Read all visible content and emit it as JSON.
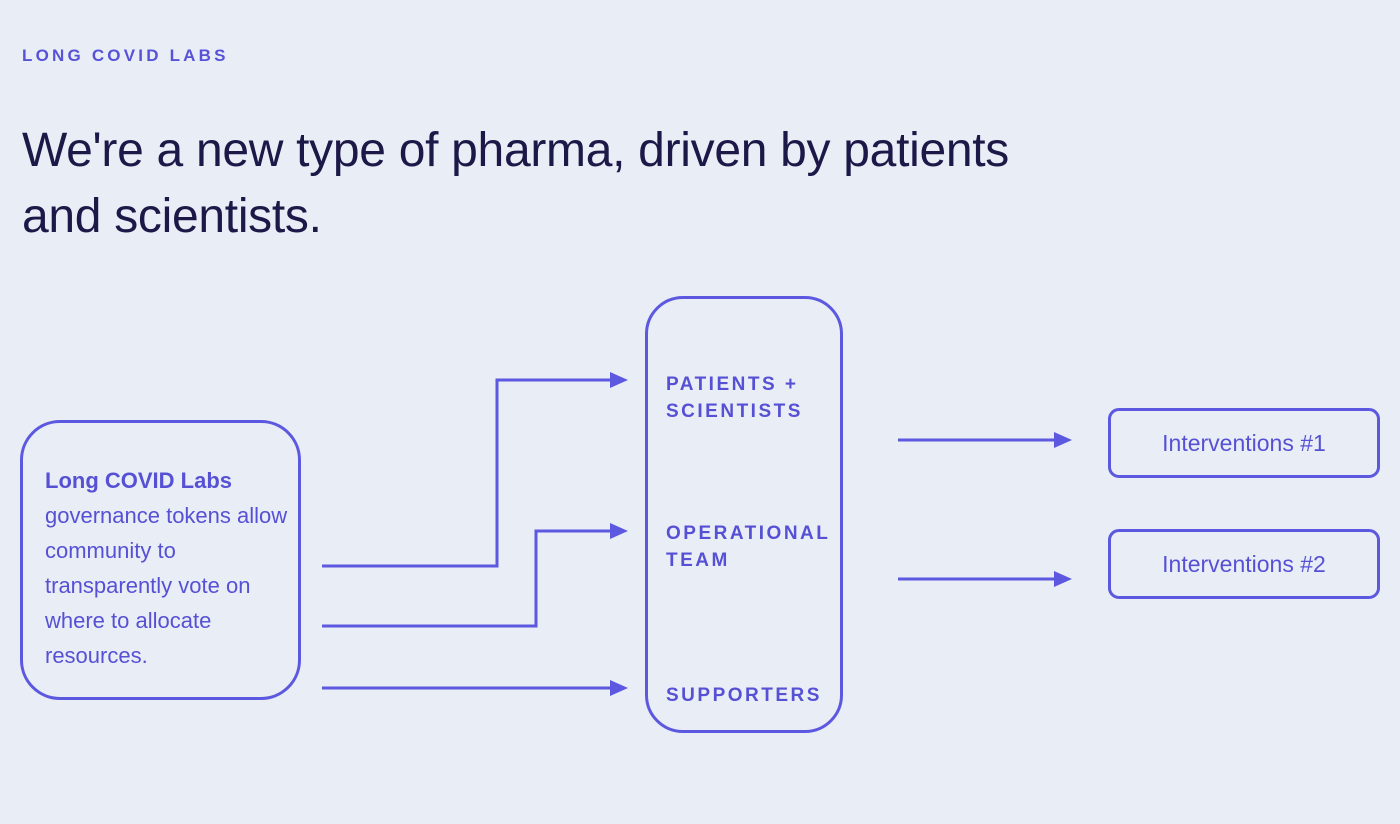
{
  "page": {
    "eyebrow": "LONG COVID LABS",
    "heading_line1": "We're a new type of pharma, driven by patients",
    "heading_line2": "and scientists."
  },
  "diagram": {
    "governance_box": {
      "title": "Long COVID Labs",
      "body": "governance tokens allow community to transparently vote on where to allocate resources."
    },
    "stakeholders": [
      {
        "label": "PATIENTS + SCIENTISTS"
      },
      {
        "label": "OPERATIONAL TEAM"
      },
      {
        "label": "SUPPORTERS"
      }
    ],
    "interventions": [
      {
        "label": "Interventions #1"
      },
      {
        "label": "Interventions #2"
      }
    ]
  },
  "colors": {
    "background": "#e9edf6",
    "accent_line": "#5c58e0",
    "accent_text": "#5651d4",
    "heading_text": "#1c1847"
  }
}
